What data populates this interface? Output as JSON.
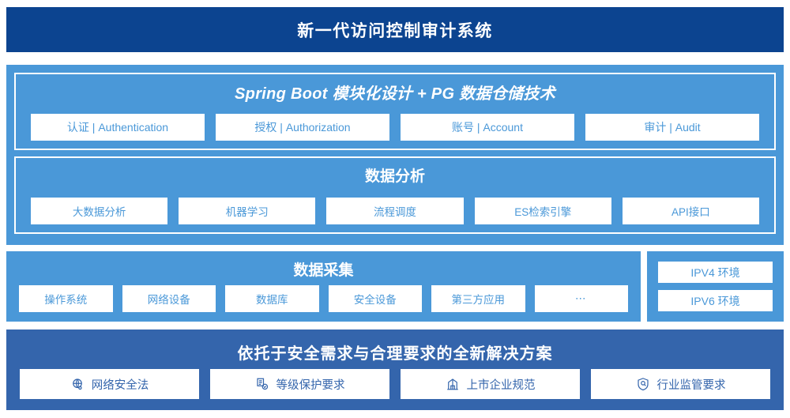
{
  "header": {
    "title": "新一代访问控制审计系统",
    "bg_color": "#0c4490",
    "text_color": "#ffffff"
  },
  "theme": {
    "light_blue": "#4a98d8",
    "mid_blue": "#3465ac",
    "dark_blue": "#0c4490",
    "white": "#ffffff"
  },
  "platform": {
    "spring": {
      "heading": "Spring Boot 模块化设计 + PG 数据仓储技术",
      "chips": [
        {
          "label": "认证 | Authentication"
        },
        {
          "label": "授权 | Authorization"
        },
        {
          "label": "账号 | Account"
        },
        {
          "label": "审计 | Audit"
        }
      ]
    },
    "analysis": {
      "heading": "数据分析",
      "chips": [
        {
          "label": "大数据分析"
        },
        {
          "label": "机器学习"
        },
        {
          "label": "流程调度"
        },
        {
          "label": "ES检索引擎"
        },
        {
          "label": "API接口"
        }
      ]
    }
  },
  "collection": {
    "heading": "数据采集",
    "chips": [
      {
        "label": "操作系统"
      },
      {
        "label": "网络设备"
      },
      {
        "label": "数据库"
      },
      {
        "label": "安全设备"
      },
      {
        "label": "第三方应用"
      },
      {
        "label": "⋯"
      }
    ]
  },
  "environments": {
    "chips": [
      {
        "label": "IPV4 环境"
      },
      {
        "label": "IPV6 环境"
      }
    ]
  },
  "compliance": {
    "heading": "依托于安全需求与合理要求的全新解决方案",
    "chips": [
      {
        "label": "网络安全法",
        "icon": "globe-network-icon"
      },
      {
        "label": "等级保护要求",
        "icon": "document-check-icon"
      },
      {
        "label": "上市企业规范",
        "icon": "bank-building-icon"
      },
      {
        "label": "行业监管要求",
        "icon": "shield-search-icon"
      }
    ]
  }
}
